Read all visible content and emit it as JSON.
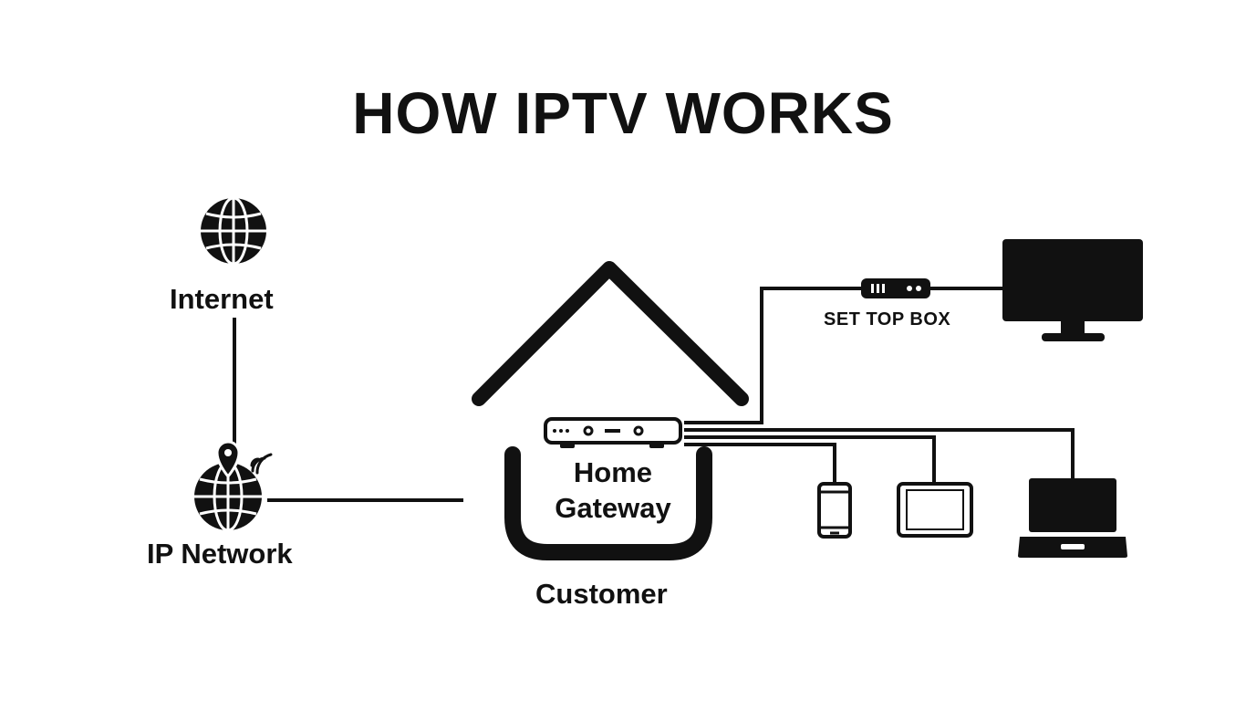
{
  "title": "HOW IPTV WORKS",
  "nodes": {
    "internet": "Internet",
    "ip_network": "IP Network",
    "home_gateway_line1": "Home",
    "home_gateway_line2": "Gateway",
    "customer": "Customer",
    "set_top_box": "SET TOP BOX"
  },
  "icons": {
    "internet": "globe-icon",
    "ip_network": "globe-location-signal-icon",
    "house": "house-roof-icon",
    "gateway": "router-icon",
    "set_top_box": "set-top-box-icon",
    "tv": "television-icon",
    "phone": "smartphone-icon",
    "tablet": "tablet-icon",
    "laptop": "laptop-icon"
  },
  "colors": {
    "ink": "#111111",
    "background": "#ffffff"
  }
}
